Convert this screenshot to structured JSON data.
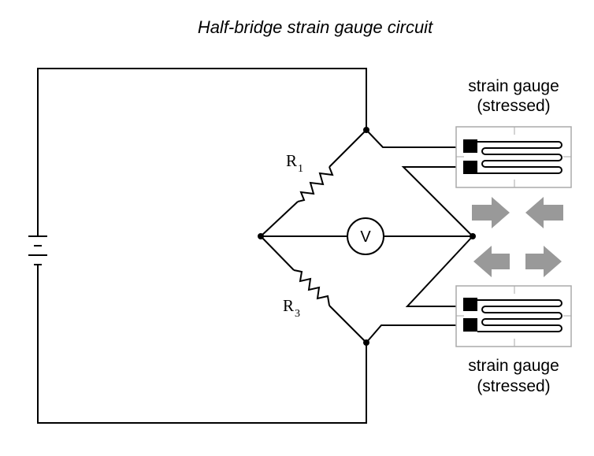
{
  "title": "Half-bridge strain gauge circuit",
  "resistors": {
    "r1": {
      "main": "R",
      "sub": "1"
    },
    "r3": {
      "main": "R",
      "sub": "3"
    }
  },
  "voltmeter_symbol": "V",
  "gauge_top": {
    "line1": "strain gauge",
    "line2": "(stressed)"
  },
  "gauge_bottom": {
    "line1": "strain gauge",
    "line2": "(stressed)"
  },
  "colors": {
    "wire": "#000000",
    "arrow": "#999999",
    "gauge_border": "#aaaaaa"
  }
}
